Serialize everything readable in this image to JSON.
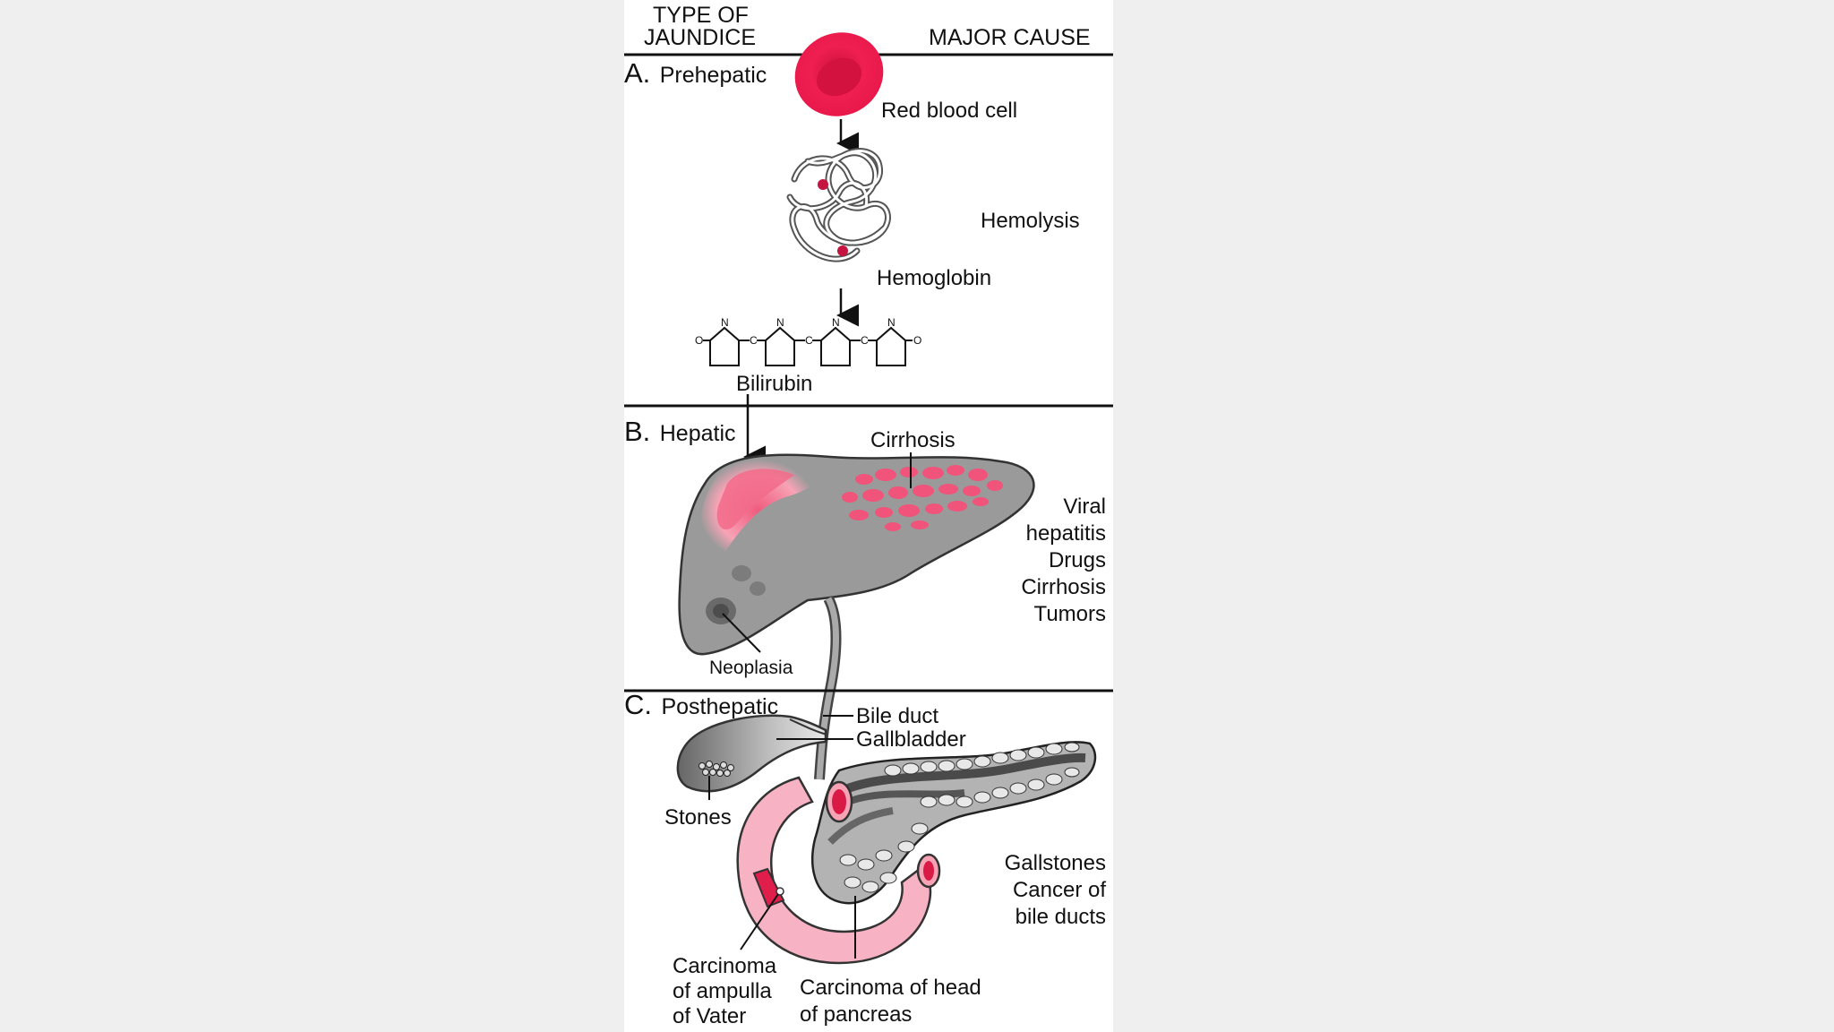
{
  "header": {
    "type_of_jaundice_line1": "TYPE OF",
    "type_of_jaundice_line2": "JAUNDICE",
    "major_cause": "MAJOR CAUSE"
  },
  "sections": {
    "prehepatic": {
      "letter": "A.",
      "name": "Prehepatic"
    },
    "hepatic": {
      "letter": "B.",
      "name": "Hepatic"
    },
    "posthepatic": {
      "letter": "C.",
      "name": "Posthepatic"
    }
  },
  "labels": {
    "red_blood_cell": "Red blood cell",
    "hemolysis": "Hemolysis",
    "hemoglobin": "Hemoglobin",
    "bilirubin": "Bilirubin",
    "cirrhosis_label": "Cirrhosis",
    "neoplasia": "Neoplasia",
    "bile_duct": "Bile duct",
    "gallbladder": "Gallbladder",
    "stones": "Stones",
    "ampulla_line1": "Carcinoma",
    "ampulla_line2": "of ampulla",
    "ampulla_line3": "of Vater",
    "pancreas_line1": "Carcinoma of head",
    "pancreas_line2": "of pancreas"
  },
  "chem": {
    "N": "N",
    "C": "C",
    "O": "O"
  },
  "hepatic_causes": [
    "Viral",
    "hepatitis",
    "Drugs",
    "Cirrhosis",
    "Tumors"
  ],
  "posthepatic_causes": [
    "Gallstones",
    "Cancer of",
    "bile ducts"
  ],
  "colors": {
    "background": "#efeff0",
    "panel": "#ffffff",
    "rbc_red": "#e8194a",
    "pink": "#f7a6b8",
    "organ_gray": "#9a9a9a",
    "line": "#111111"
  }
}
